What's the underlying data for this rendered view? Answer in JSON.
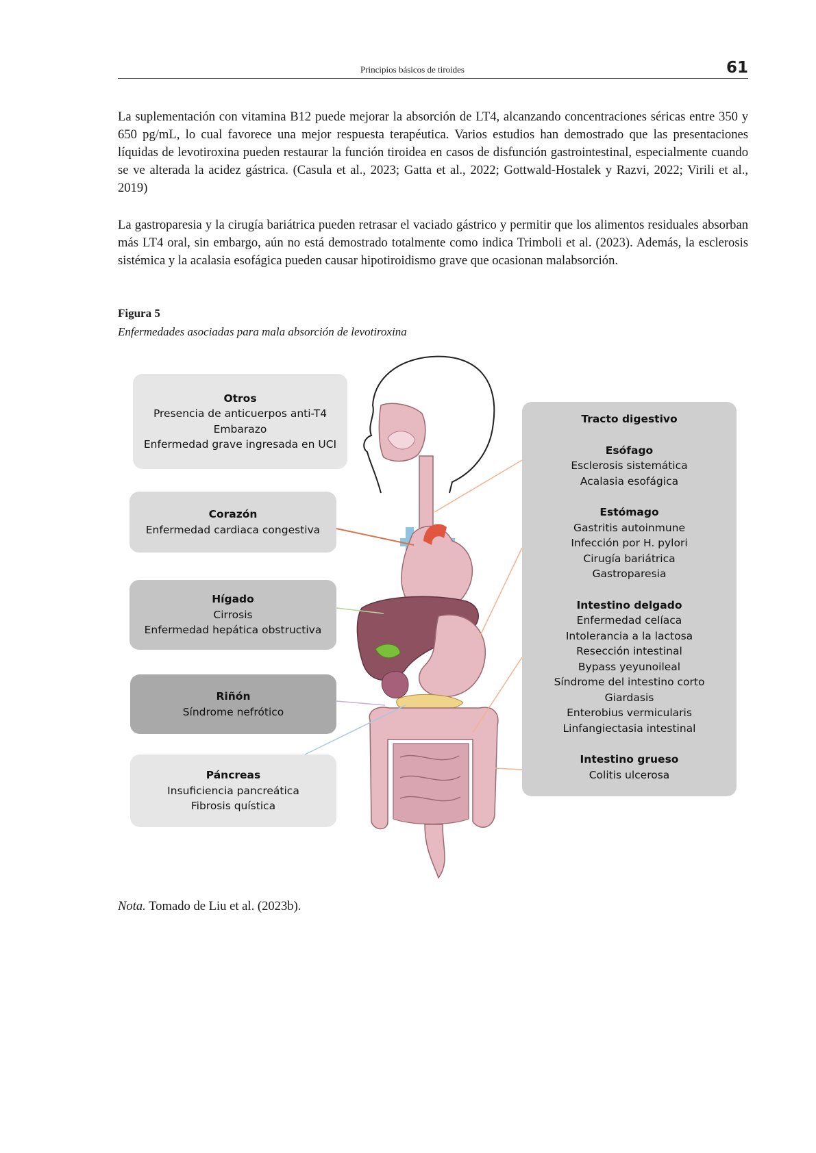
{
  "header": {
    "running_title": "Principios básicos de tiroides",
    "page_number": "61"
  },
  "body": {
    "paragraph_1": "La suplementación con vitamina B12 puede mejorar la absorción de LT4, alcanzando concentraciones séricas entre 350 y 650 pg/mL, lo cual favorece una mejor respuesta terapéutica. Varios estudios han demostrado que las presentaciones líquidas de levotiroxina pueden restaurar la función tiroidea en casos de disfunción gastrointestinal, especialmente cuando se ve alterada la acidez gástrica. (Casula et al., 2023; Gatta et al., 2022; Gottwald-Hostalek y Razvi, 2022; Virili et al., 2019)",
    "paragraph_2": "La gastroparesia y la cirugía bariátrica pueden retrasar el vaciado gástrico y permitir que los alimentos residuales absorban más LT4 oral, sin embargo, aún no está demostrado totalmente como indica Trimboli et al. (2023). Además, la esclerosis sistémica y la acalasia esofágica pueden causar hipotiroidismo grave que ocasionan malabsorción."
  },
  "figure": {
    "label": "Figura 5",
    "caption": "Enfermedades asociadas para mala absorción de levotiroxina",
    "boxes": {
      "otros": {
        "title": "Otros",
        "items": [
          "Presencia de anticuerpos anti-T4",
          "Embarazo",
          "Enfermedad grave ingresada en UCI"
        ]
      },
      "corazon": {
        "title": "Corazón",
        "items": [
          "Enfermedad cardiaca congestiva"
        ]
      },
      "higado": {
        "title": "Hígado",
        "items": [
          "Cirrosis",
          "Enfermedad hepática obstructiva"
        ]
      },
      "rinon": {
        "title": "Riñón",
        "items": [
          "Síndrome nefrótico"
        ]
      },
      "pancreas": {
        "title": "Páncreas",
        "items": [
          "Insuficiencia pancreática",
          "Fibrosis quística"
        ]
      },
      "digestivo": {
        "title": "Tracto digestivo",
        "sections": [
          {
            "title": "Esófago",
            "items": [
              "Esclerosis sistemática",
              "Acalasia esofágica"
            ]
          },
          {
            "title": "Estómago",
            "items": [
              "Gastritis autoinmune",
              "Infección por H. pylori",
              "Cirugía bariátrica",
              "Gastroparesia"
            ]
          },
          {
            "title": "Intestino delgado",
            "items": [
              "Enfermedad celíaca",
              "Intolerancia a la lactosa",
              "Resección intestinal",
              "Bypass yeyunoileal",
              "Síndrome del intestino corto",
              "Giardasis",
              "Enterobius vermicularis",
              "Linfangiectasia intestinal"
            ]
          },
          {
            "title": "Intestino grueso",
            "items": [
              "Colitis ulcerosa"
            ]
          }
        ]
      }
    },
    "colors": {
      "corazon_line": "#d9724a",
      "esofago_line": "#f2b38f",
      "higado_line": "#b7d39a",
      "rinon_line": "#c8b2d6",
      "pancreas_line": "#a9c8e0",
      "organ_pink": "#e7b9c0",
      "liver": "#8e5160",
      "gallbladder": "#7cbf3a",
      "heart_red": "#e1563f",
      "vessel_blue": "#8fc3e0"
    }
  },
  "note": {
    "label": "Nota.",
    "text": " Tomado de Liu et al. (2023b)."
  }
}
